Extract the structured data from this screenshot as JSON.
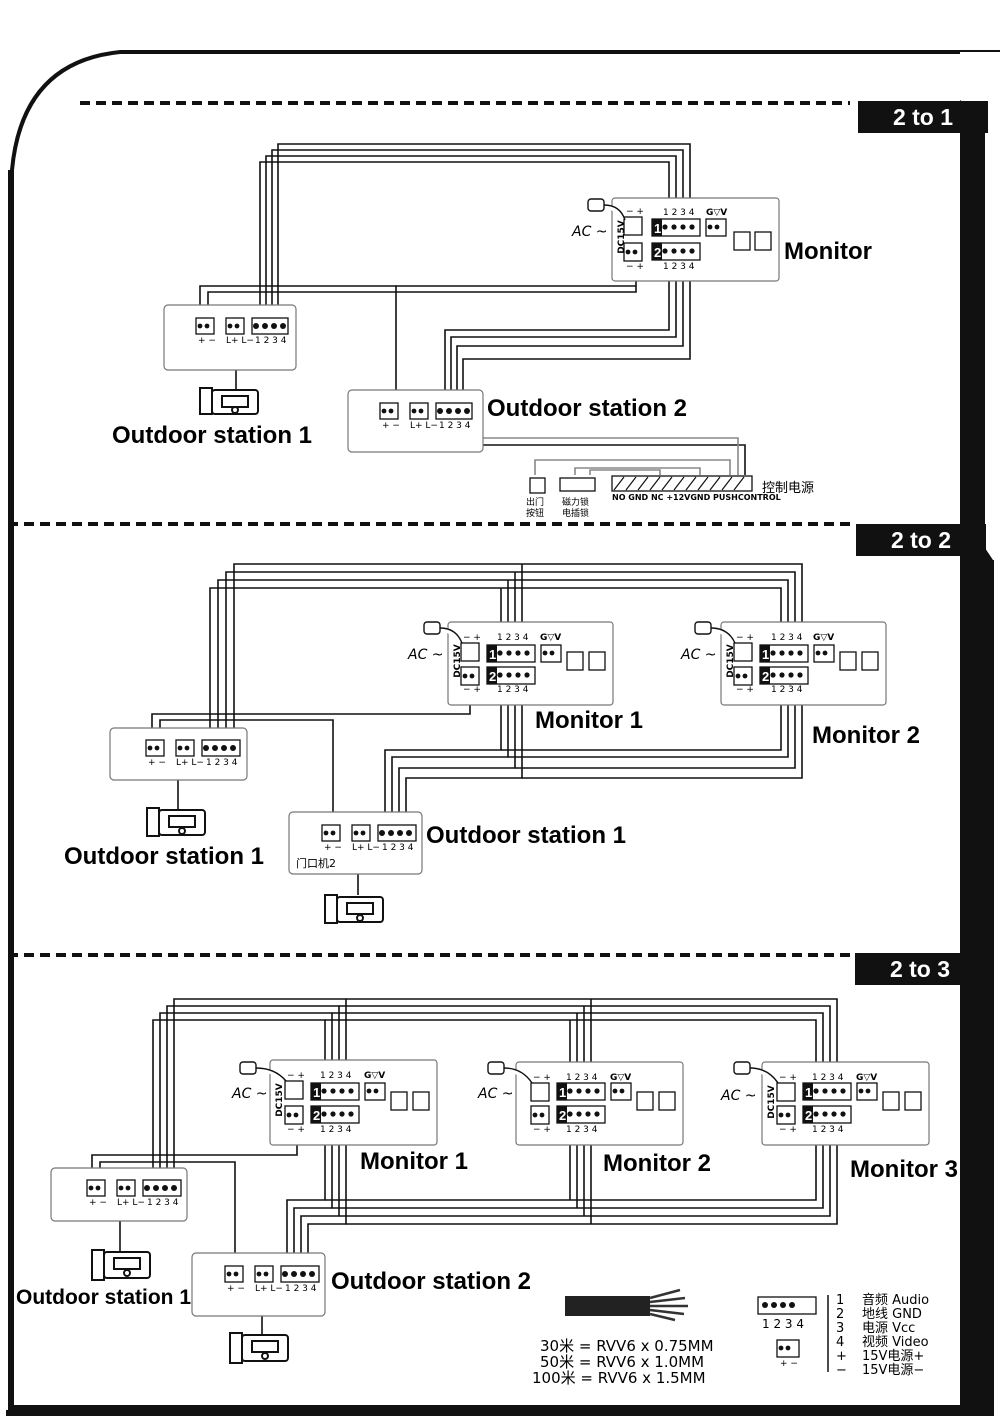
{
  "header": {
    "title": "Wiring diagram for 2 outdoor units"
  },
  "sections": [
    {
      "tag": "2 to 1"
    },
    {
      "tag": "2 to 2"
    },
    {
      "tag": "2 to 3"
    }
  ],
  "s1": {
    "monitor": "Monitor",
    "outdoor1": "Outdoor station 1",
    "outdoor2": "Outdoor station 2",
    "control_power": "控制电源",
    "exit_button": "出门\n按钮",
    "magnetic_lock": "磁力锁\n电插锁",
    "terminal_labels": "NO GND NC +12VGND PUSHCONTROL"
  },
  "s2": {
    "monitor1": "Monitor 1",
    "monitor2": "Monitor 2",
    "outdoor1_left": "Outdoor station 1",
    "outdoor1_mid": "Outdoor station 1",
    "door_unit2": "门口机2"
  },
  "s3": {
    "monitor1": "Monitor 1",
    "monitor2": "Monitor 2",
    "monitor3": "Monitor 3",
    "outdoor1": "Outdoor station 1",
    "outdoor2": "Outdoor station 2"
  },
  "common": {
    "ac": "AC ~",
    "dc15v": "DC15V",
    "pins": "1 2 3 4",
    "plus_minus": "+ −",
    "minus_plus": "− +",
    "lock_pins": "L+ L−",
    "gv": "G▽V"
  },
  "cable_spec": [
    "30米  =  RVV6 x 0.75MM",
    "50米  =  RVV6 x 1.0MM",
    "100米 =  RVV6 x 1.5MM"
  ],
  "legend": [
    {
      "key": "1",
      "text": "音频 Audio"
    },
    {
      "key": "2",
      "text": "地线 GND"
    },
    {
      "key": "3",
      "text": "电源 Vcc"
    },
    {
      "key": "4",
      "text": "视频 Video"
    },
    {
      "key": "+",
      "text": "15V电源+"
    },
    {
      "key": "−",
      "text": "15V电源−"
    }
  ],
  "colors": {
    "frame": "#111111",
    "wire": "#111111",
    "box": "#888888"
  }
}
